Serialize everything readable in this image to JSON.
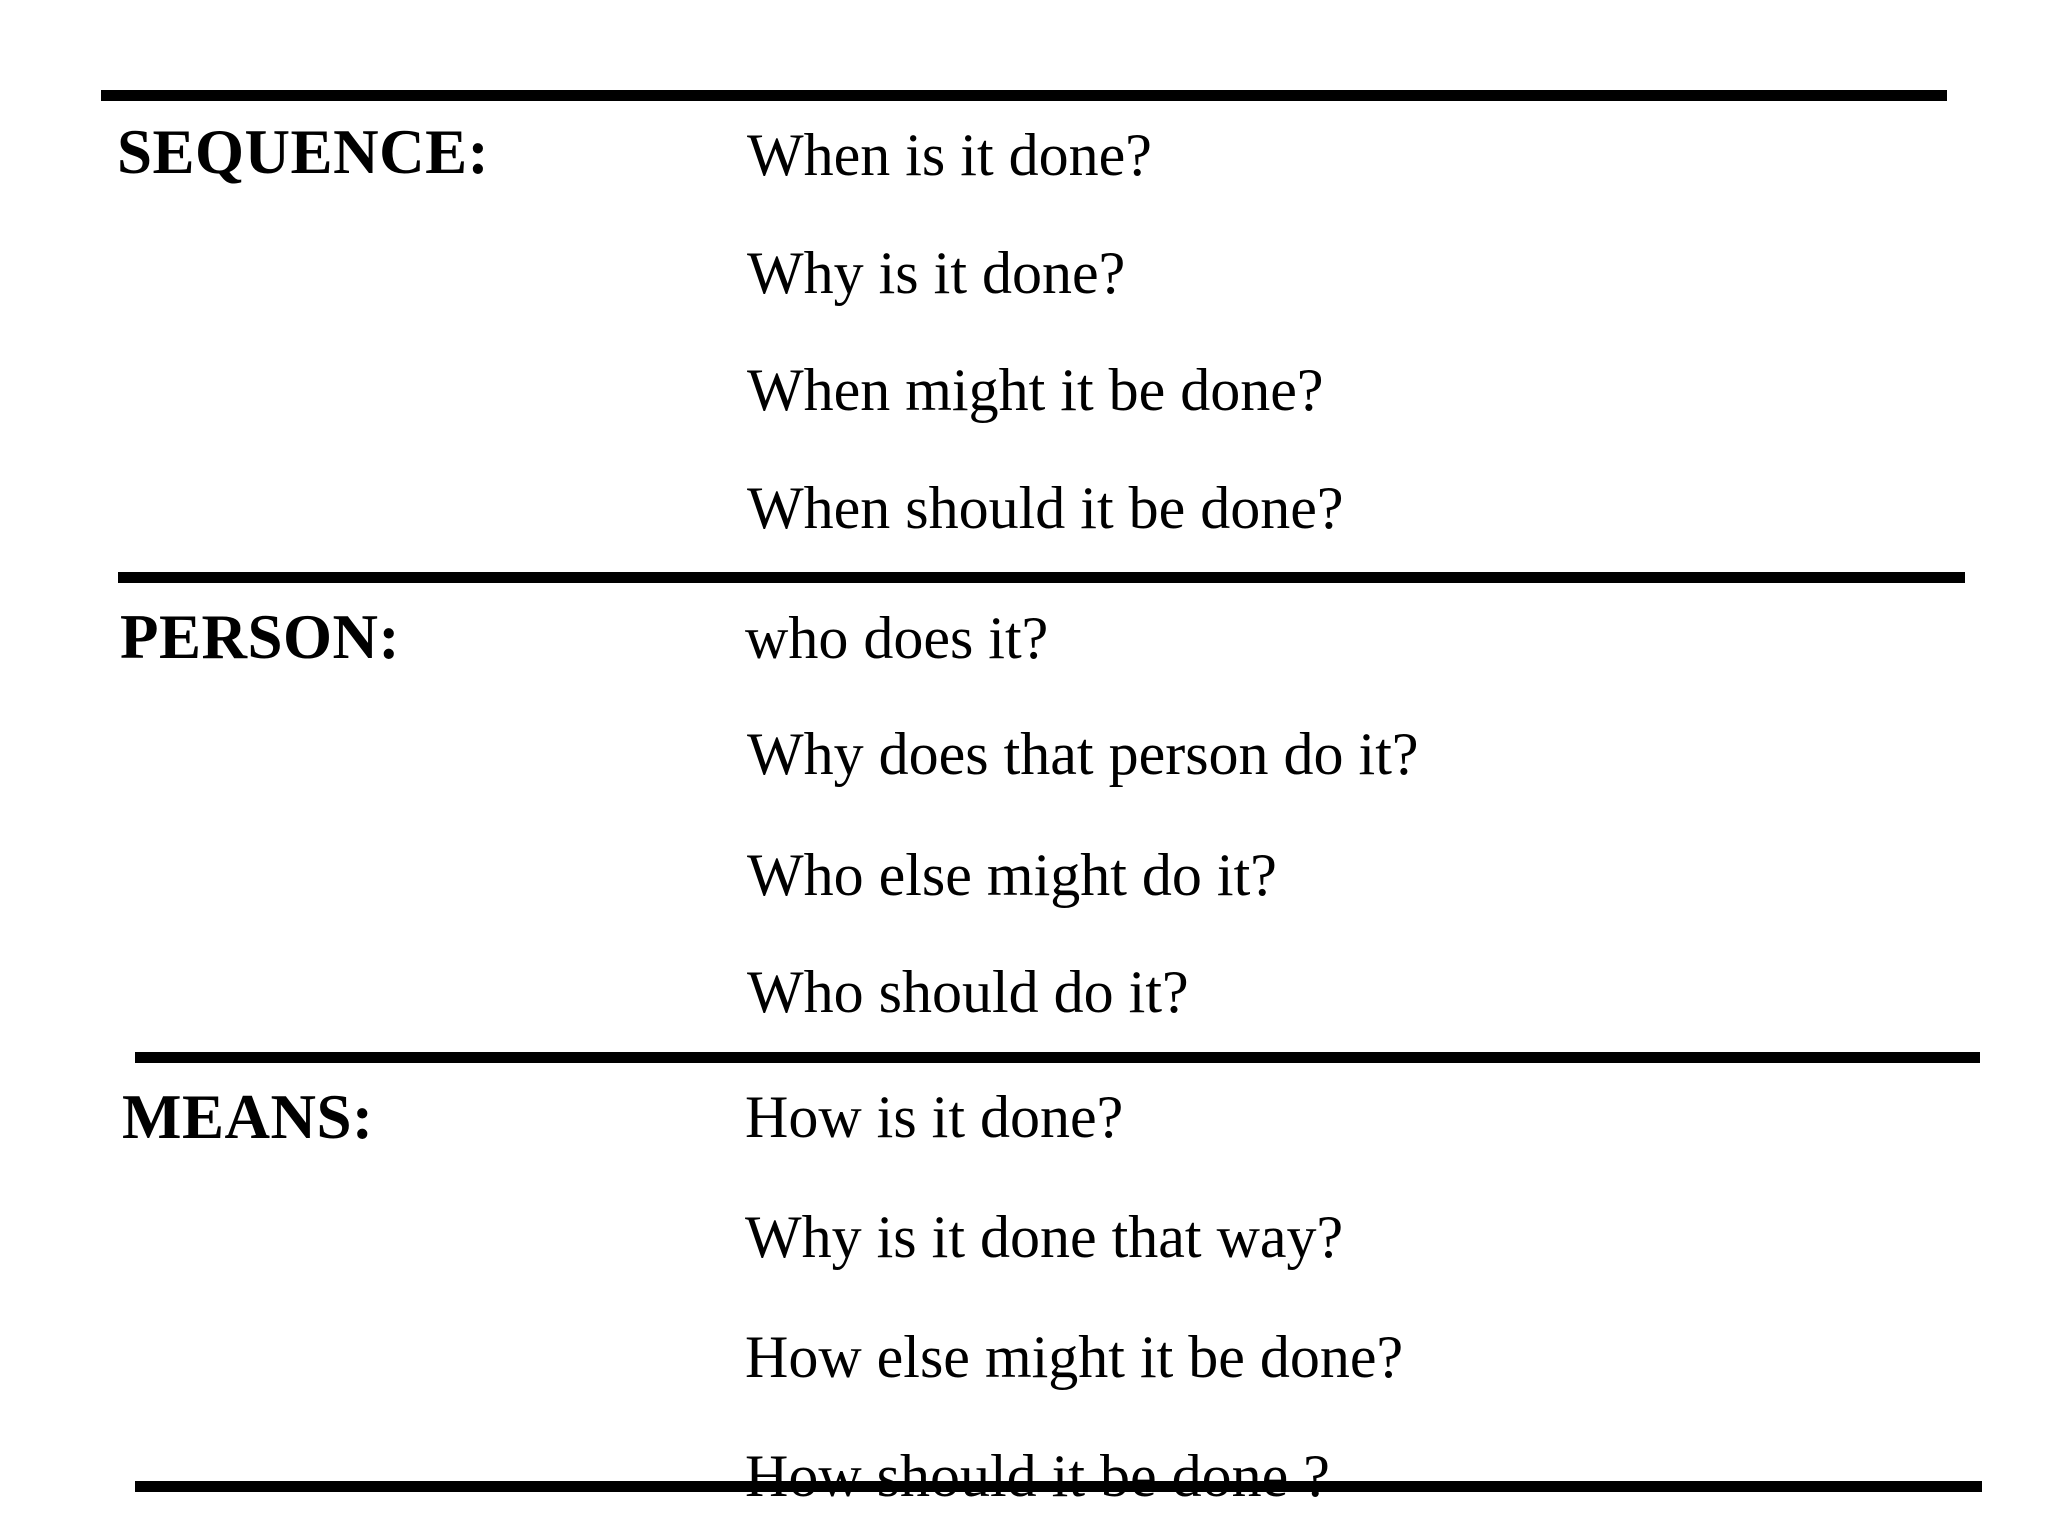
{
  "document": {
    "background_color": "#ffffff",
    "text_color": "#000000",
    "rule_color": "#000000"
  },
  "sections": [
    {
      "label": "SEQUENCE:",
      "questions": [
        "When is it done?",
        "Why is it done?",
        "When might it be done?",
        "When should it be done?"
      ]
    },
    {
      "label": "PERSON:",
      "questions": [
        "who does it?",
        "Why does that person do it?",
        "Who else might do it?",
        "Who should do it?"
      ]
    },
    {
      "label": "MEANS:",
      "questions": [
        "How is it done?",
        "Why is it done that way?",
        "How else might it be done?",
        "How should it be done ?"
      ]
    }
  ]
}
